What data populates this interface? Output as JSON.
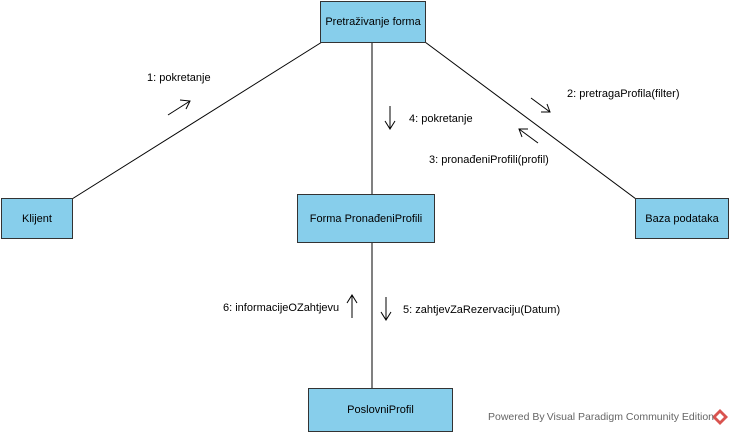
{
  "diagram": {
    "nodes": {
      "pretrazivanje": "Pretraživanje forma",
      "klijent": "Klijent",
      "forma_pronadjeni": "Forma PronađeniProfili",
      "baza": "Baza podataka",
      "poslovni": "PoslovniProfil"
    },
    "messages": {
      "m1": "1: pokretanje",
      "m2": "2: pretragaProfila(filter)",
      "m3": "3: pronađeniProfili(profil)",
      "m4": "4: pokretanje",
      "m5": "5: zahtjevZaRezervaciju(Datum)",
      "m6": "6: informacijeOZahtjevu"
    },
    "colors": {
      "node_fill": "#87ceeb",
      "node_border": "#333333",
      "line": "#000000"
    }
  },
  "watermark": {
    "text": "Powered By Visual Paradigm Community Edition",
    "icon": "visual-paradigm-logo-icon"
  }
}
